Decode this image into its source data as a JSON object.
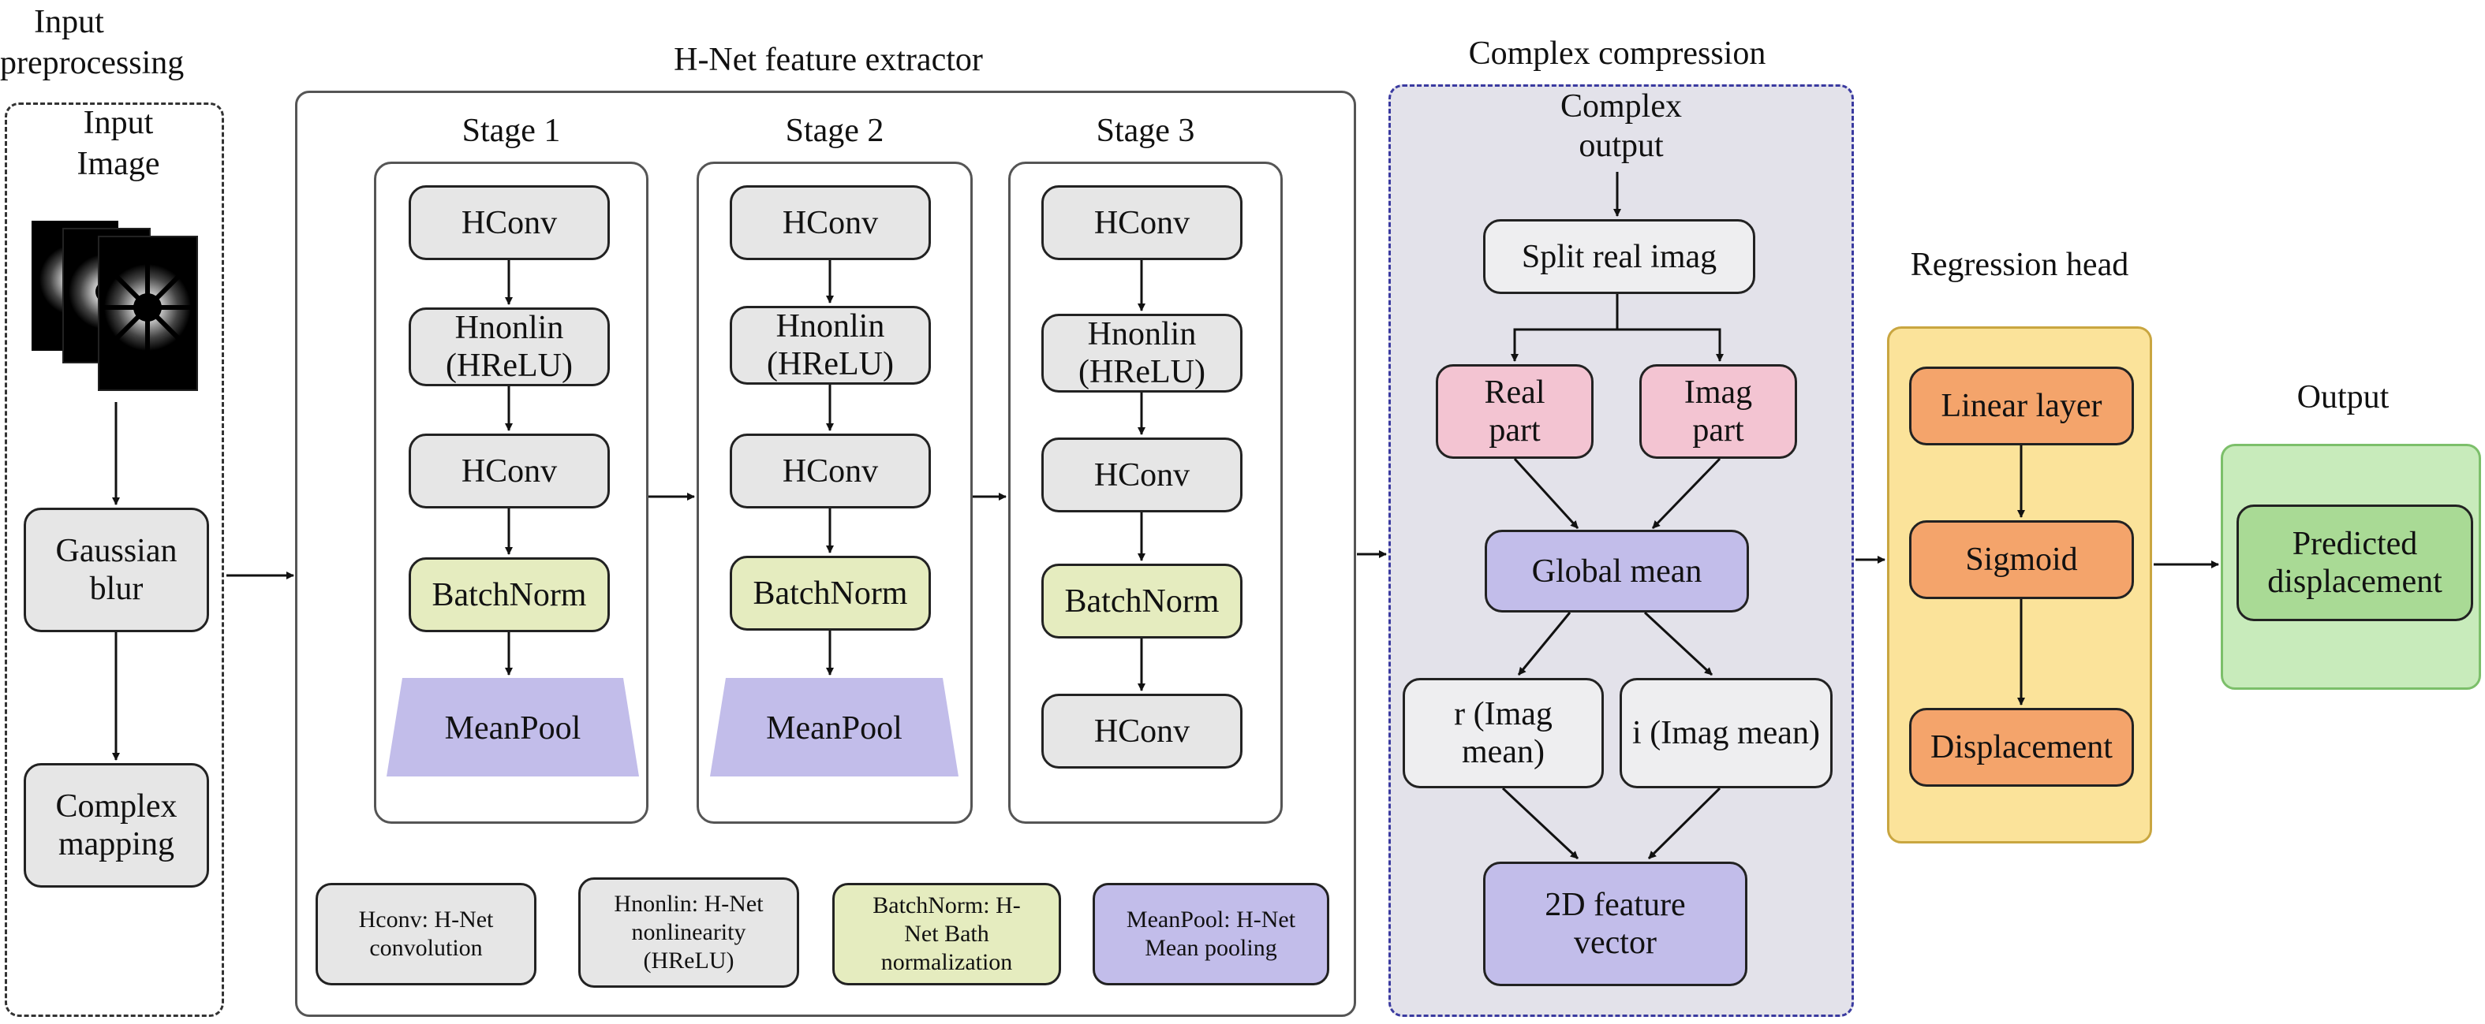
{
  "sections": {
    "input_preprocessing": "Input preprocessing",
    "feature_extractor": "H-Net feature extractor",
    "complex_compression": "Complex compression",
    "regression_head": "Regression head",
    "output": "Output"
  },
  "input": {
    "image_label": "Input Image",
    "gaussian_blur": "Gaussian blur",
    "complex_mapping": "Complex mapping"
  },
  "stages": [
    {
      "title": "Stage 1",
      "nodes": [
        "HConv",
        "Hnonlin (HReLU)",
        "HConv",
        "BatchNorm",
        "MeanPool"
      ]
    },
    {
      "title": "Stage 2",
      "nodes": [
        "HConv",
        "Hnonlin (HReLU)",
        "HConv",
        "BatchNorm",
        "MeanPool"
      ]
    },
    {
      "title": "Stage 3",
      "nodes": [
        "HConv",
        "Hnonlin (HReLU)",
        "HConv",
        "BatchNorm",
        "HConv"
      ]
    }
  ],
  "legend": {
    "hconv": "Hconv: H-Net convolution",
    "hnonlin": "Hnonlin: H-Net nonlinearity (HReLU)",
    "batchnorm": "BatchNorm: H-Net Bath normalization",
    "meanpool": "MeanPool: H-Net Mean pooling"
  },
  "compression": {
    "complex_output": "Complex output",
    "split": "Split real imag",
    "real_part": "Real part",
    "imag_part": "Imag part",
    "global_mean": "Global mean",
    "r_mean": "r (Imag mean)",
    "i_mean": "i (Imag mean)",
    "feature_vector": "2D feature vector"
  },
  "regression": {
    "linear": "Linear layer",
    "sigmoid": "Sigmoid",
    "displacement": "Displacement"
  },
  "output": {
    "predicted": "Predicted displacement"
  },
  "colors": {
    "gray": "#e6e6e6",
    "green": "#e5ecbf",
    "pink": "#f3c4d2",
    "lavender": "#c2bdea",
    "orange": "#f4a46b",
    "output_green": "#a9da95",
    "compression_bg": "#e3e2ea",
    "regression_bg": "#fbe39a",
    "output_bg": "#c8ebbb"
  }
}
